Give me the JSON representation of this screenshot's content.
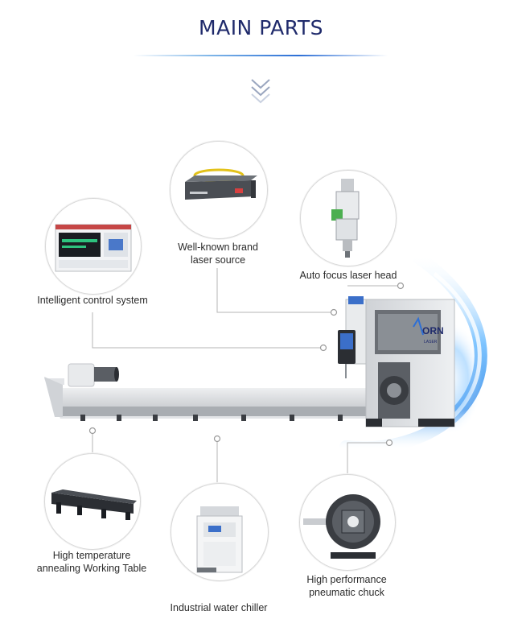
{
  "title": "MAIN PARTS",
  "labels": {
    "laser_source_line1": "Well-known brand",
    "laser_source_line2": "laser source",
    "control_system": "Intelligent control system",
    "laser_head": "Auto focus laser head",
    "working_table_line1": "High temperature",
    "working_table_line2": "annealing Working Table",
    "water_chiller": "Industrial water chiller",
    "chuck_line1": "High performance",
    "chuck_line2": "pneumatic chuck"
  },
  "brand": {
    "logo_text": "ORN",
    "logo_sub": "LASER"
  },
  "colors": {
    "title": "#1f2a6b",
    "accent_blue": "#2d6fd6",
    "machine_grey": "#d9dbde",
    "dark": "#2b2e33"
  }
}
